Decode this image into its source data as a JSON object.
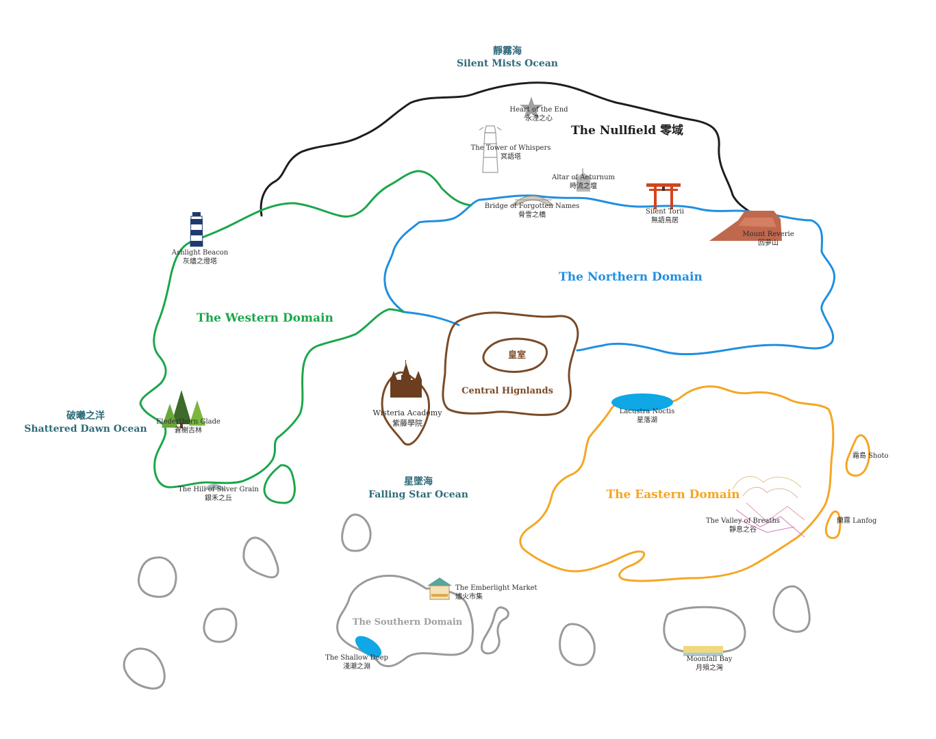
{
  "colors": {
    "nullfield": "#1e1e1e",
    "western": "#1aa64a",
    "northern": "#1f8fe0",
    "central": "#7a4a26",
    "eastern": "#f5a623",
    "southern": "#9a9a9a",
    "ocean_text": "#2f6b7a",
    "lake": "#0fa7e6"
  },
  "oceans": {
    "silent_mists": {
      "zh": "靜霧海",
      "en": "Silent Mists Ocean"
    },
    "shattered_dawn": {
      "zh": "破曦之洋",
      "en": "Shattered Dawn Ocean"
    },
    "falling_star": {
      "zh": "星墜海",
      "en": "Falling Star Ocean"
    }
  },
  "regions": {
    "nullfield": "The Nullfield 零域",
    "northern": "The Northern Domain",
    "western": "The Western Domain",
    "central": "Central Hignlands",
    "royal": "皇室",
    "eastern": "The Eastern Domain",
    "southern": "The Southern Domain"
  },
  "places": {
    "heart_of_end": {
      "en": "Heart of the End",
      "zh": "永湮之心",
      "icon": "star-icon"
    },
    "tower_whispers": {
      "en": "The Tower of Whispers",
      "zh": "冥語塔",
      "icon": "tower-icon"
    },
    "altar": {
      "en": "Altar of Aeturnum",
      "zh": "時流之壇",
      "icon": "altar-icon"
    },
    "bridge": {
      "en": "Bridge of Forgotten Names",
      "zh": "骨雪之橋",
      "icon": "bridge-icon"
    },
    "torii": {
      "en": "Silent Torii",
      "zh": "無語鳥居",
      "icon": "torii-icon"
    },
    "mount": {
      "en": "Mount Reverie",
      "zh": "回夢山",
      "icon": "mountain-icon"
    },
    "beacon": {
      "en": "Ashlight Beacon",
      "zh": "灰燼之燈塔",
      "icon": "lighthouse-icon"
    },
    "glade": {
      "en": "Elederthorn Glade",
      "zh": "蒼榭古林",
      "icon": "forest-icon"
    },
    "hill": {
      "en": "The Hill of Silver Grain",
      "zh": "銀禾之丘",
      "icon": "hill-icon"
    },
    "academy": {
      "en": "Wisteria Academy",
      "zh": "紫藤學院",
      "icon": "castle-icon"
    },
    "lacustra": {
      "en": "Lacustra Noctis",
      "zh": "星落湖",
      "icon": "lake-icon"
    },
    "valley": {
      "en": "The Valley of Breaths",
      "zh": "靜息之谷",
      "icon": "valley-icon"
    },
    "shoto": {
      "en": "霜島  Shoto"
    },
    "lanfog": {
      "en": "蘭霧  Lanfog"
    },
    "market": {
      "en": "The Emberlight Market",
      "zh": "燼火市集",
      "icon": "market-icon"
    },
    "shallow": {
      "en": "The Shallow Deep",
      "zh": "淺潮之淵",
      "icon": "lake-icon"
    },
    "moonfall": {
      "en": "Moonfall Bay",
      "zh": "月殞之灣",
      "icon": "bay-icon"
    }
  }
}
